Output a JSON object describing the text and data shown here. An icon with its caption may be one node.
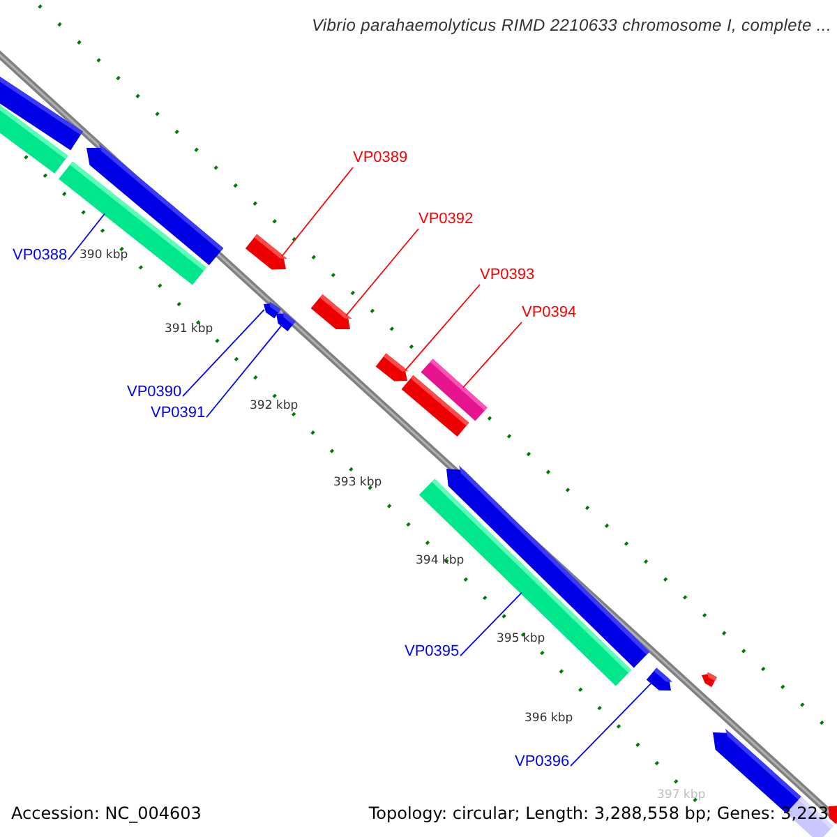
{
  "diagram": {
    "title": "Vibrio parahaemolyticus RIMD 2210633 chromosome I, complete ...",
    "nodes": [
      {
        "text": [
          "VP0388"
        ]
      },
      {
        "text": [
          "VP0389"
        ]
      },
      {
        "text": [
          "VP0390"
        ]
      },
      {
        "text": [
          "VP0391"
        ]
      },
      {
        "text": [
          "VP0392"
        ]
      },
      {
        "text": [
          "VP0393"
        ]
      },
      {
        "text": [
          "VP0394"
        ]
      },
      {
        "text": [
          "VP0395"
        ]
      },
      {
        "text": [
          "VP0396"
        ]
      },
      {
        "text": [],
        "shape": "bar"
      },
      {
        "text": [],
        "shape": "bar"
      },
      {
        "text": [],
        "shape": "bar"
      },
      {
        "text": [],
        "shape": "bar"
      },
      {
        "text": [],
        "shape": "bar"
      },
      {
        "text": [],
        "shape": "bar"
      },
      {
        "text": [],
        "shape": "bar"
      },
      {
        "text": [],
        "shape": "bar"
      },
      {
        "text": [],
        "shape": "bar"
      },
      {
        "text": [],
        "shape": "bar"
      },
      {
        "text": [],
        "shape": "bar"
      },
      {
        "text": [],
        "shape": "bar"
      },
      {
        "text": [],
        "shape": "bar"
      },
      {
        "text": [],
        "shape": "bar"
      },
      {
        "text": [],
        "shape": "bar"
      },
      {
        "text": [],
        "shape": "bar"
      },
      {
        "text": [],
        "shape": "bar"
      },
      {
        "text": [],
        "shape": "bar"
      }
    ],
    "edges": [
      {
        "from": 0,
        "to": 12,
        "arrow": "none"
      },
      {
        "from": 1,
        "to": 13,
        "arrow": "none",
        "color": "#ff0000"
      },
      {
        "from": 2,
        "to": 14,
        "arrow": "none"
      },
      {
        "from": 3,
        "to": 15,
        "arrow": "none"
      },
      {
        "from": 4,
        "to": 16,
        "arrow": "none",
        "color": "#ff0000"
      },
      {
        "from": 5,
        "to": 17,
        "arrow": "none",
        "color": "#ff0000"
      },
      {
        "from": 6,
        "to": 19,
        "arrow": "none",
        "color": "#ff0000"
      },
      {
        "from": 7,
        "to": 21,
        "arrow": "none"
      },
      {
        "from": 8,
        "to": 22,
        "arrow": "none"
      }
    ],
    "labels": [
      "390 kbp",
      "391 kbp",
      "392 kbp",
      "393 kbp",
      "394 kbp",
      "395 kbp",
      "396 kbp",
      "397 kbp",
      "Accession: NC_004603",
      "Topology: circular; Length: 3,288,558 bp; Genes: 3,223"
    ]
  }
}
